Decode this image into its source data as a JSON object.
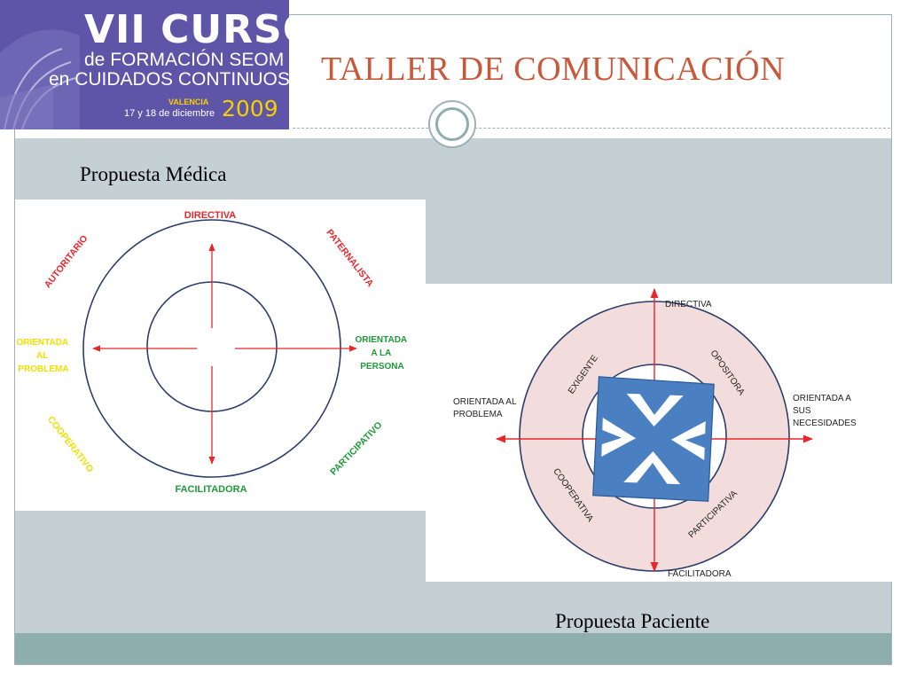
{
  "logo": {
    "line1": "VII CURSO",
    "line2": "de FORMACIÓN SEOM",
    "line3": "en CUIDADOS CONTINUOS",
    "city": "VALENCIA",
    "dates": "17 y 18 de diciembre",
    "year": "2009"
  },
  "slide": {
    "title": "TALLER DE COMUNICACIÓN",
    "label_medica": "Propuesta Médica",
    "label_paciente": "Propuesta Paciente"
  },
  "diagram_medica": {
    "directiva": "DIRECTIVA",
    "autoritario": "AUTORITARIO",
    "paternalista": "PATERNALISTA",
    "problema": [
      "ORIENTADA",
      "AL",
      "PROBLEMA"
    ],
    "persona": [
      "ORIENTADA",
      "A LA",
      "PERSONA"
    ],
    "cooperativo": "COOPERATIVO",
    "participativo": "PARTICIPATIVO",
    "facilitadora": "FACILITADORA"
  },
  "diagram_paciente": {
    "directiva": "DIRECTIVA",
    "exigente": "EXIGENTE",
    "opositora": "OPOSITORA",
    "problema": [
      "ORIENTADA AL",
      "PROBLEMA"
    ],
    "necesidades": [
      "ORIENTADA A",
      "SUS",
      "NECESIDADES"
    ],
    "cooperativa": "COOPERATIVA",
    "participativa": "PARTICIPATIVA",
    "facilitadora": "FACILITADORA"
  },
  "colors": {
    "title": "#c8593a",
    "red": "#e8262b",
    "yellow": "#f0e000",
    "green": "#1f9a3a",
    "navy": "#2b3d6b",
    "arrow_blue": "#4a7fc1",
    "pink": "#f2dcdc"
  }
}
